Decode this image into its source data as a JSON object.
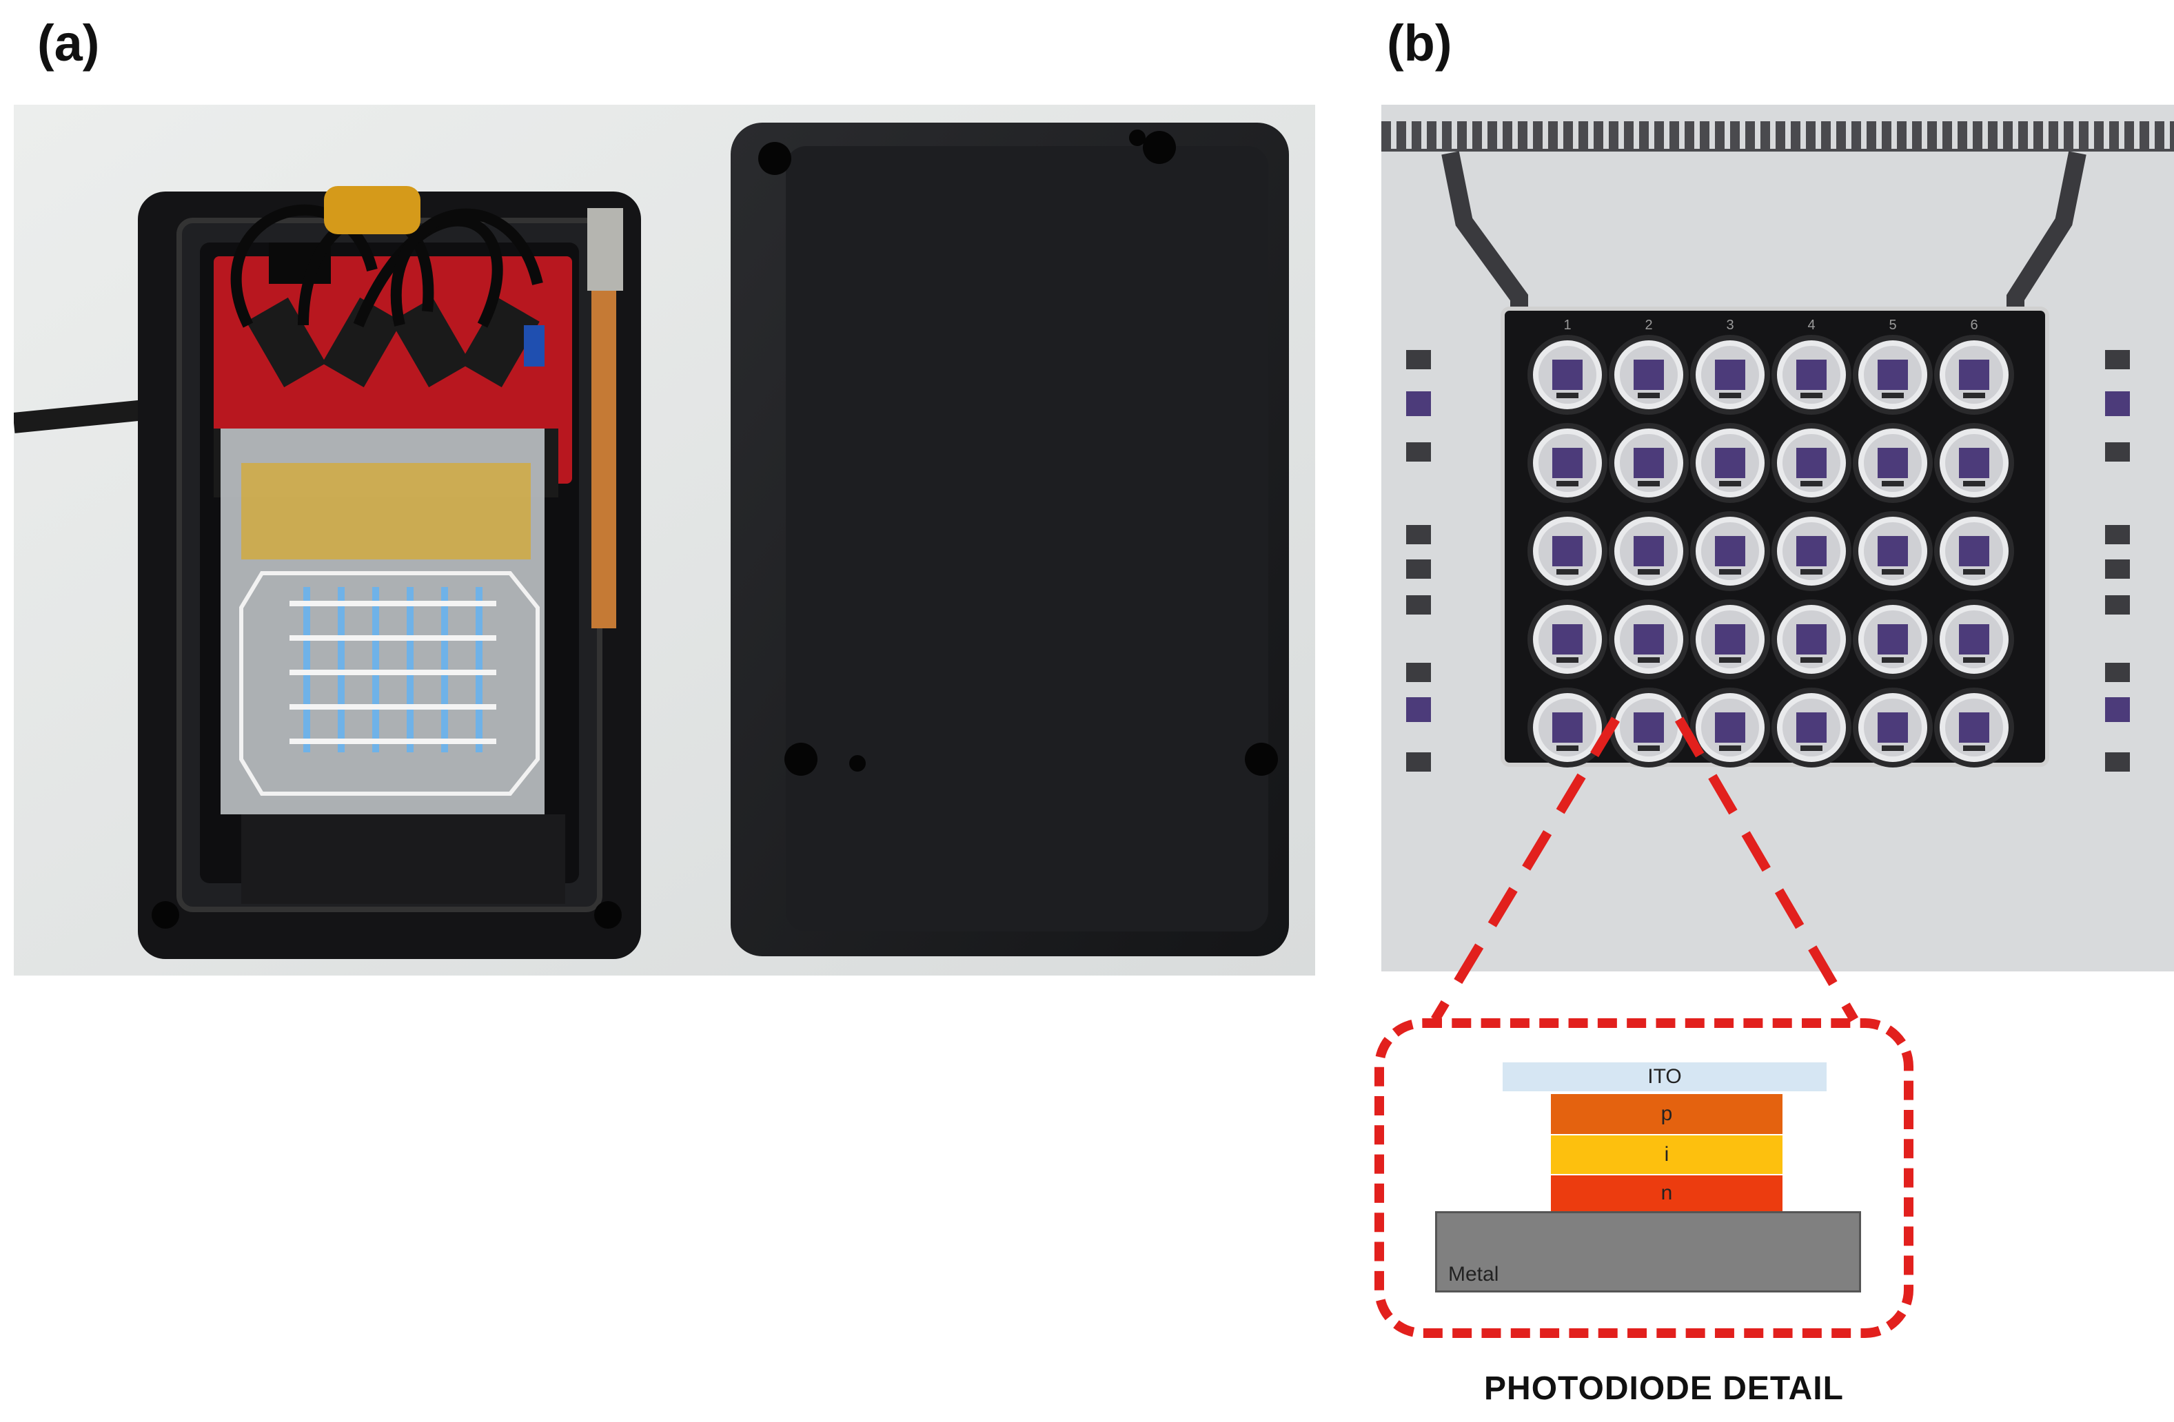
{
  "panel_labels": {
    "a": "(a)",
    "b": "(b)"
  },
  "photo_a": {
    "description_icon": "device-enclosure-photo"
  },
  "photo_b": {
    "column_numbers": [
      "1",
      "2",
      "3",
      "4",
      "5",
      "6"
    ],
    "rows": 5,
    "columns": 6
  },
  "detail": {
    "layers": {
      "ito": "ITO",
      "p": "p",
      "i": "i",
      "n": "n",
      "metal": "Metal"
    },
    "caption": "PHOTODIODE DETAIL",
    "colors": {
      "ito": "#d6e6f3",
      "p": "#e4620f",
      "i": "#fdc00e",
      "n": "#ec3c0f",
      "metal": "#808080",
      "dash": "#e2201d"
    }
  }
}
